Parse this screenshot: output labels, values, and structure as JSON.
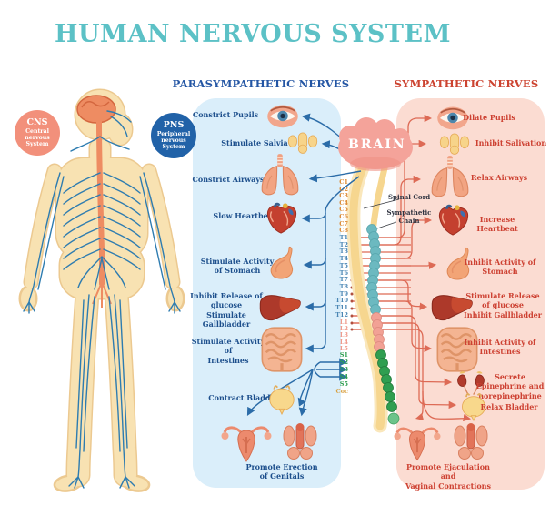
{
  "title": "HUMAN NERVOUS SYSTEM",
  "badges": {
    "cns": {
      "abbr": "CNS",
      "l1": "Central",
      "l2": "nervous",
      "l3": "System"
    },
    "pns": {
      "abbr": "PNS",
      "l1": "Peripheral",
      "l2": "nervous",
      "l3": "System"
    }
  },
  "para": {
    "header": "PARASYMPATHETIC NERVES",
    "items": [
      {
        "label": "Constrict Pupils",
        "icon": "eye"
      },
      {
        "label": "Stimulate Salvia",
        "icon": "salivary-glands"
      },
      {
        "label": "Constrict Airways",
        "icon": "lungs"
      },
      {
        "label": "Slow Heartbeat",
        "icon": "heart"
      },
      {
        "label": "Stimulate Activity\nof Stomach",
        "icon": "stomach"
      },
      {
        "label": "Inhibit Release of\nglucose\nStimulate Gallbladder",
        "icon": "liver"
      },
      {
        "label": "Stimulate Activity of\nIntestines",
        "icon": "intestines"
      },
      {
        "label": "Contract Bladder",
        "icon": "bladder"
      },
      {
        "label": "Promote Erection\nof Genitals",
        "icon": "female-and-male-genitals"
      }
    ]
  },
  "symp": {
    "header": "SYMPATHETIC NERVES",
    "items": [
      {
        "label": "Dilate Pupils",
        "icon": "eye"
      },
      {
        "label": "Inhibit Salivation",
        "icon": "salivary-glands"
      },
      {
        "label": "Relax Airways",
        "icon": "lungs"
      },
      {
        "label": "Increase Heartbeat",
        "icon": "heart"
      },
      {
        "label": "Inhibit Activity of\nStomach",
        "icon": "stomach"
      },
      {
        "label": "Stimulate Release\nof glucose\nInhibit Gallbladder",
        "icon": "liver"
      },
      {
        "label": "Inhibit Activity of\nIntestines",
        "icon": "intestines"
      },
      {
        "label": "Secrete\nEpinephrine and\nnorepinephrine",
        "icon": "kidneys"
      },
      {
        "label": "Relax Bladder",
        "icon": "bladder"
      },
      {
        "label": "Promote Ejaculation and\nVaginal Contractions",
        "icon": "female-and-male-genitals"
      }
    ]
  },
  "center": {
    "brain": "BRAIN",
    "spinal_cord": "Spinal Cord",
    "sympathetic_chain": "Sympathetic\nChain"
  },
  "spine": {
    "cervical": [
      "C1",
      "C2",
      "C3",
      "C4",
      "C5",
      "C6",
      "C7",
      "C8"
    ],
    "thoracic": [
      "T1",
      "T2",
      "T3",
      "T4",
      "T5",
      "T6",
      "T7",
      "T8",
      "T9",
      "T10",
      "T11",
      "T12"
    ],
    "lumbar": [
      "L1",
      "L2",
      "L3",
      "L4",
      "L5"
    ],
    "sacral": [
      "S1",
      "S2",
      "S3",
      "S4",
      "S5"
    ],
    "coccygeal": "Coc"
  },
  "colors": {
    "title_teal": "#5cc1c6",
    "para_blue": "#2456a4",
    "symp_red": "#cc4330",
    "panel_blue": "#daeefa",
    "panel_pink": "#fbdcd2",
    "cns_badge": "#f2907b",
    "pns_badge": "#2162a8",
    "spinal_cord_yellow": "#f6d68f",
    "chain_thoracic_teal": "#6cb9c0",
    "chain_lumbar_salmon": "#f2a195",
    "chain_sacral_green": "#2f9e50"
  }
}
